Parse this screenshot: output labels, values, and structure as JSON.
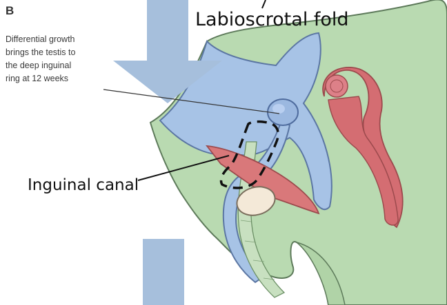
{
  "figure": {
    "panel_letter": "B",
    "caption_lines": [
      "Differential growth",
      "brings the testis to",
      "the deep inguinal",
      "ring at 12 weeks"
    ]
  },
  "labels": {
    "labioscrotal_fold": "Labioscrotal fold",
    "inguinal_canal": "Inguinal canal"
  },
  "colors": {
    "body_green": "#b9dab1",
    "peritoneum_blue": "#a7c3e6",
    "muscle_red": "#d9787a",
    "kidney_cream": "#f4e9d8",
    "arrow_blue": "#a6bfdc",
    "outline": "#5d7a5a"
  }
}
